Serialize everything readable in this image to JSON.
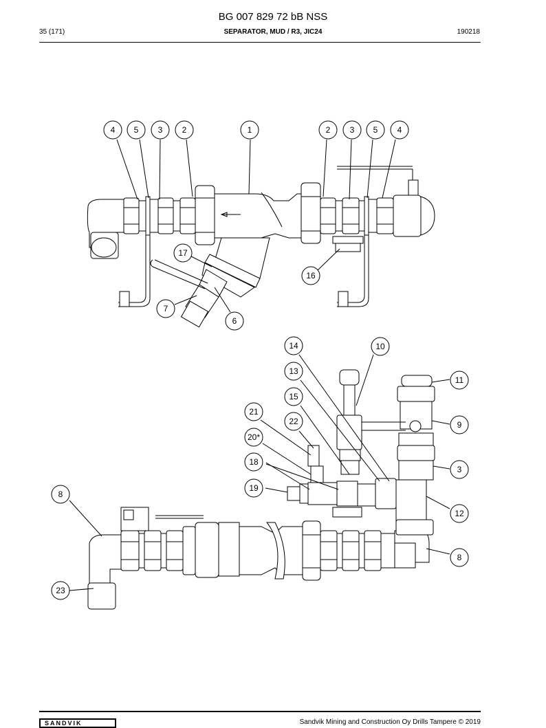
{
  "header": {
    "title": "BG 007 829 72 bB NSS",
    "page": "35 (171)",
    "section": "SEPARATOR, MUD / R3, JIC24",
    "code": "190218"
  },
  "footer": {
    "logo": "SANDVIK",
    "copyright": "Sandvik Mining and Construction Oy Drills Tampere © 2019"
  },
  "callouts": {
    "top": [
      "4",
      "5",
      "3",
      "2",
      "1",
      "2",
      "3",
      "5",
      "4",
      "17",
      "16",
      "7",
      "6"
    ],
    "bottom": [
      "14",
      "10",
      "13",
      "11",
      "15",
      "21",
      "22",
      "9",
      "20*",
      "18",
      "3",
      "8",
      "19",
      "12",
      "8",
      "23"
    ]
  }
}
